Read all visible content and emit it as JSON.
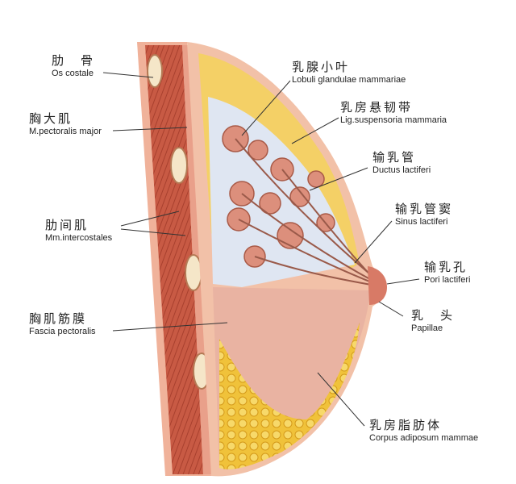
{
  "labels": {
    "os_costale": {
      "zh": "肋　骨",
      "la": "Os costale"
    },
    "pectoralis_major": {
      "zh": "胸大肌",
      "la": "M.pectoralis major"
    },
    "intercostales": {
      "zh": "肋间肌",
      "la": "Mm.intercostales"
    },
    "fascia_pectoralis": {
      "zh": "胸肌筋膜",
      "la": "Fascia pectoralis"
    },
    "lobuli": {
      "zh": "乳腺小叶",
      "la": "Lobuli glandulae mammariae"
    },
    "lig_suspensoria": {
      "zh": "乳房悬韧带",
      "la": "Lig.suspensoria mammaria"
    },
    "ductus": {
      "zh": "输乳管",
      "la": "Ductus lactiferi"
    },
    "sinus": {
      "zh": "输乳管窦",
      "la": "Sinus lactiferi"
    },
    "pori": {
      "zh": "输乳孔",
      "la": "Pori lactiferi"
    },
    "papillae": {
      "zh": "乳　头",
      "la": "Papillae"
    },
    "corpus": {
      "zh": "乳房脂肪体",
      "la": "Corpus adiposum mammae"
    }
  },
  "colors": {
    "skin": "#f2b8a0",
    "muscle": "#c8553f",
    "fat": "#f3c93e",
    "lobule": "#d98a78",
    "stroma": "#e9b7a7",
    "lines": "#333333"
  }
}
